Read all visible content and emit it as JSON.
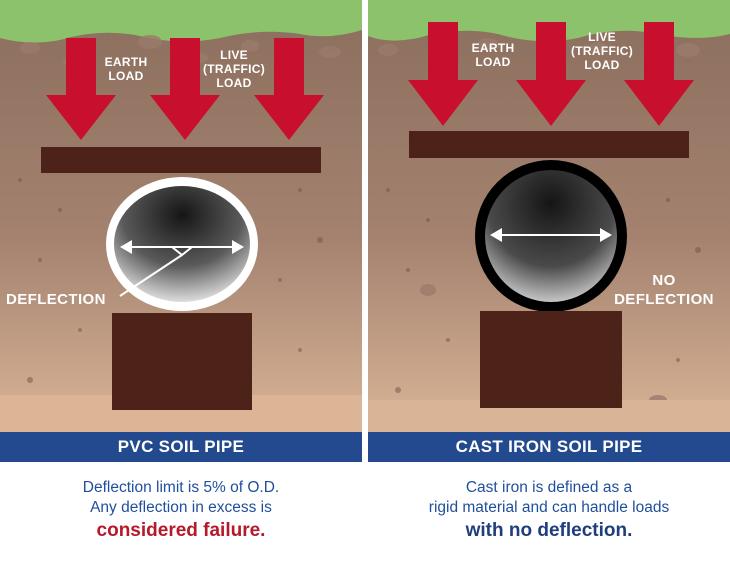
{
  "colors": {
    "grass": "#8cc26b",
    "soil_top": "#8b6e5e",
    "soil_bottom": "#d9b497",
    "arrow": "#c8102e",
    "plate": "#4d2319",
    "banner": "#234a8e",
    "failure_text": "#b5192a",
    "caption_text": "#1f4f9c"
  },
  "left": {
    "earth_load": "EARTH LOAD",
    "live_load": "LIVE (TRAFFIC) LOAD",
    "deflection_label": "DEFLECTION",
    "banner": "PVC SOIL PIPE",
    "caption_line1": "Deflection limit is 5% of O.D.",
    "caption_line2": "Any deflection in excess is",
    "caption_emphasis": "considered failure."
  },
  "right": {
    "earth_load": "EARTH LOAD",
    "live_load": "LIVE (TRAFFIC) LOAD",
    "deflection_label": "NO DEFLECTION",
    "banner": "CAST IRON SOIL PIPE",
    "caption_line1": "Cast iron is defined as a",
    "caption_line2": "rigid material and can handle loads",
    "caption_emphasis": "with no deflection."
  },
  "icons": [
    "down-arrow-icon",
    "double-arrow-icon"
  ]
}
